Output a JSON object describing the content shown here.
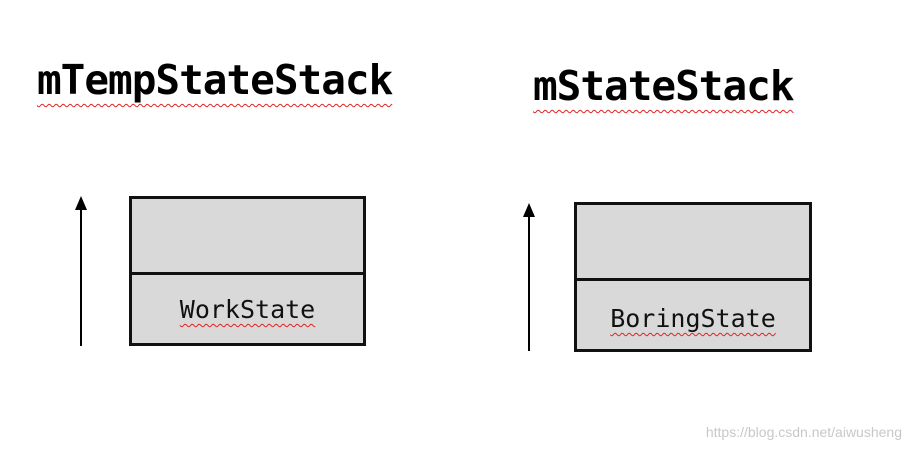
{
  "diagram": {
    "left": {
      "title": "mTempStateStack",
      "slots": [
        "",
        "WorkState"
      ]
    },
    "right": {
      "title": "mStateStack",
      "slots": [
        "",
        "BoringState"
      ]
    }
  },
  "watermark": "https://blog.csdn.net/aiwusheng",
  "colors": {
    "slot_fill": "#d9d9d9",
    "border": "#111111",
    "spellcheck_underline": "#e02020"
  }
}
